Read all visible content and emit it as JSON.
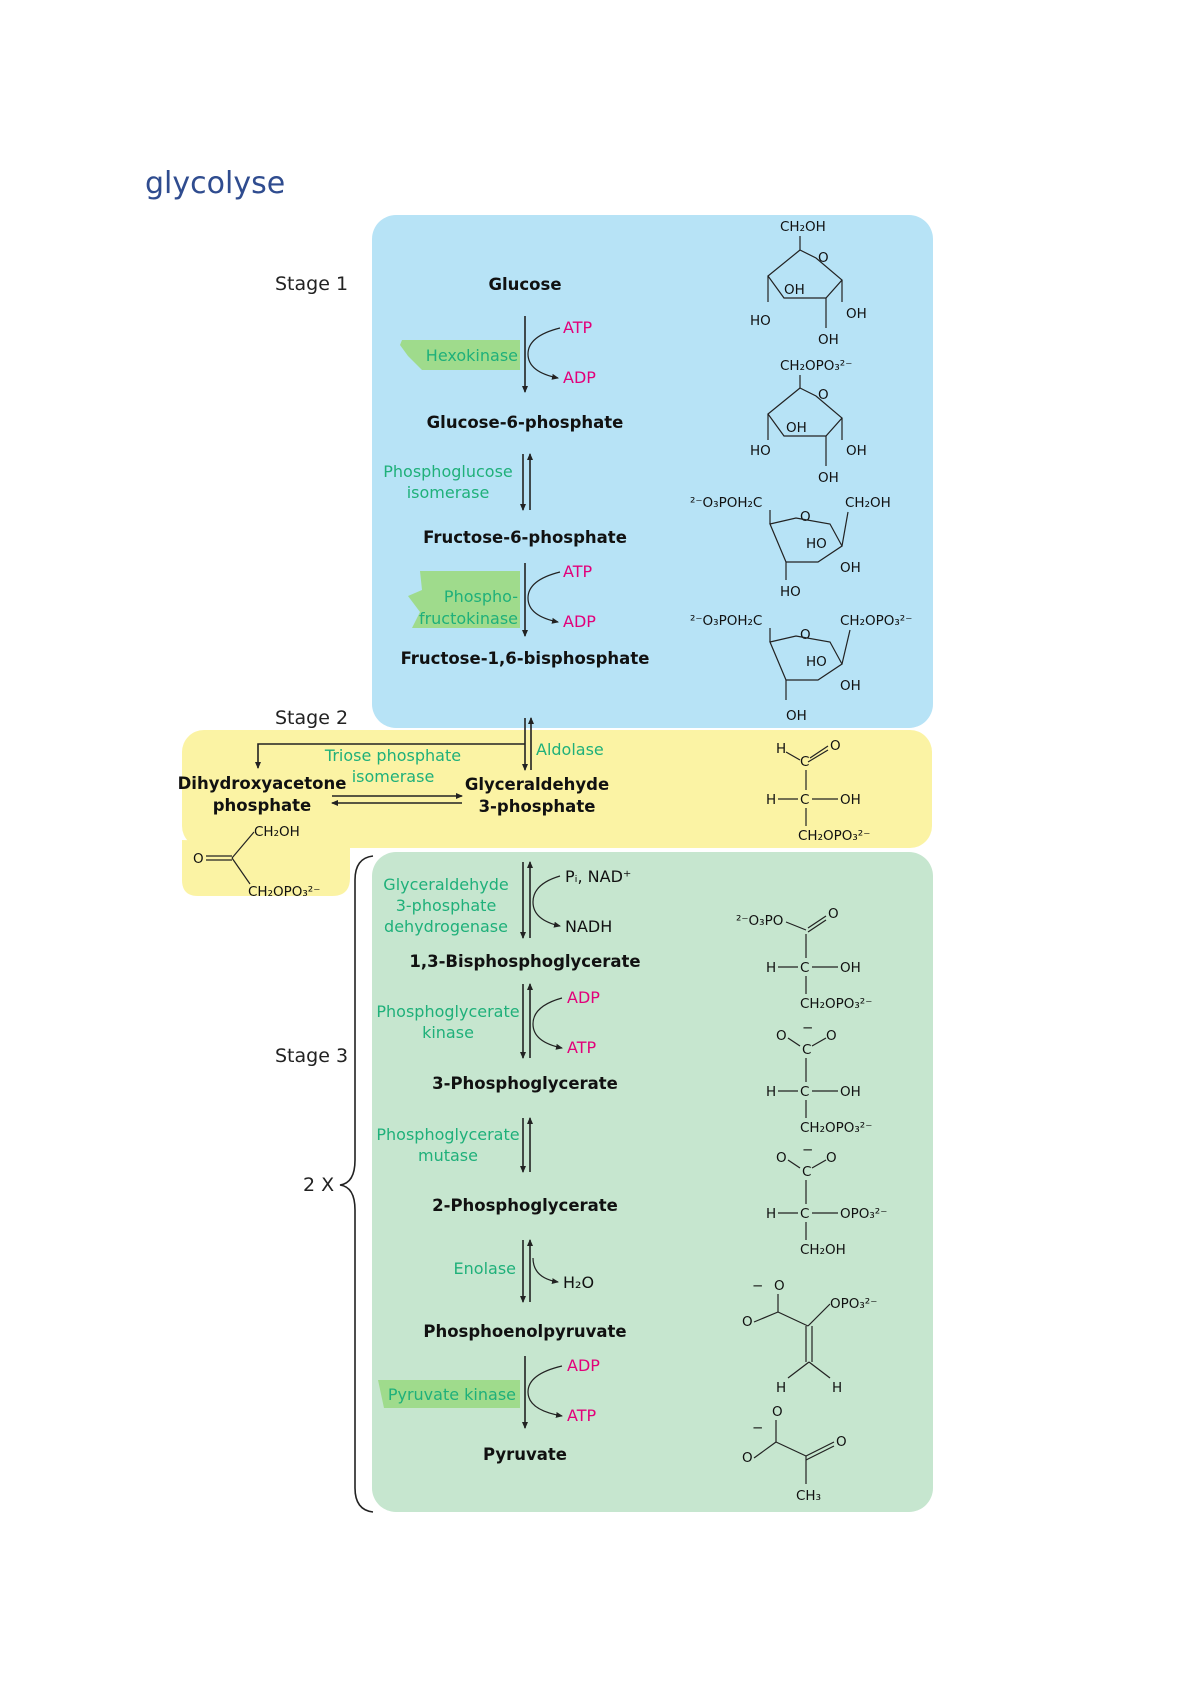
{
  "document": {
    "title": "glycolyse"
  },
  "colors": {
    "stage1_panel": "#b7e3f6",
    "stage2_panel": "#fbf3a4",
    "stage3_panel": "#c6e6cf",
    "enzyme_text": "#1fb07a",
    "enzyme_highlight": "#9fdb8c",
    "cofactor_text": "#e2007a",
    "title_text": "#2f4c8f"
  },
  "stages": {
    "stage1": "Stage 1",
    "stage2": "Stage 2",
    "stage3": "Stage 3",
    "multiplier": "2 X"
  },
  "metabolites": {
    "glucose": "Glucose",
    "g6p": "Glucose-6-phosphate",
    "f6p": "Fructose-6-phosphate",
    "f16bp": "Fructose-1,6-bisphosphate",
    "dhap_line1": "Dihydroxyacetone",
    "dhap_line2": "phosphate",
    "gap_line1": "Glyceraldehyde",
    "gap_line2": "3-phosphate",
    "bpg13": "1,3-Bisphosphoglycerate",
    "pg3": "3-Phosphoglycerate",
    "pg2": "2-Phosphoglycerate",
    "pep": "Phosphoenolpyruvate",
    "pyruvate": "Pyruvate"
  },
  "enzymes": {
    "hexokinase": "Hexokinase",
    "pgi_line1": "Phosphoglucose",
    "pgi_line2": "isomerase",
    "pfk_line1": "Phospho-",
    "pfk_line2": "fructokinase",
    "aldolase": "Aldolase",
    "tpi_line1": "Triose phosphate",
    "tpi_line2": "isomerase",
    "gapdh_line1": "Glyceraldehyde",
    "gapdh_line2": "3-phosphate",
    "gapdh_line3": "dehydrogenase",
    "pgk_line1": "Phosphoglycerate",
    "pgk_line2": "kinase",
    "pgm_line1": "Phosphoglycerate",
    "pgm_line2": "mutase",
    "enolase": "Enolase",
    "pk": "Pyruvate kinase"
  },
  "cofactors": {
    "hk_in": "ATP",
    "hk_out": "ADP",
    "pfk_in": "ATP",
    "pfk_out": "ADP",
    "gapdh_in": "Pᵢ, NAD⁺",
    "gapdh_out": "NADH",
    "pgk_in": "ADP",
    "pgk_out": "ATP",
    "enolase_out": "H₂O",
    "pk_in": "ADP",
    "pk_out": "ATP"
  },
  "chem_labels": {
    "ch2oh": "CH₂OH",
    "ch2opo3": "CH₂OPO₃²⁻",
    "o3poh2c": "²⁻O₃POH₂C",
    "o3po": "²⁻O₃PO",
    "opo3": "OPO₃²⁻",
    "oh": "OH",
    "ho": "HO",
    "o": "O",
    "h": "H",
    "c": "C",
    "ch3": "CH₃",
    "minus": "−"
  }
}
